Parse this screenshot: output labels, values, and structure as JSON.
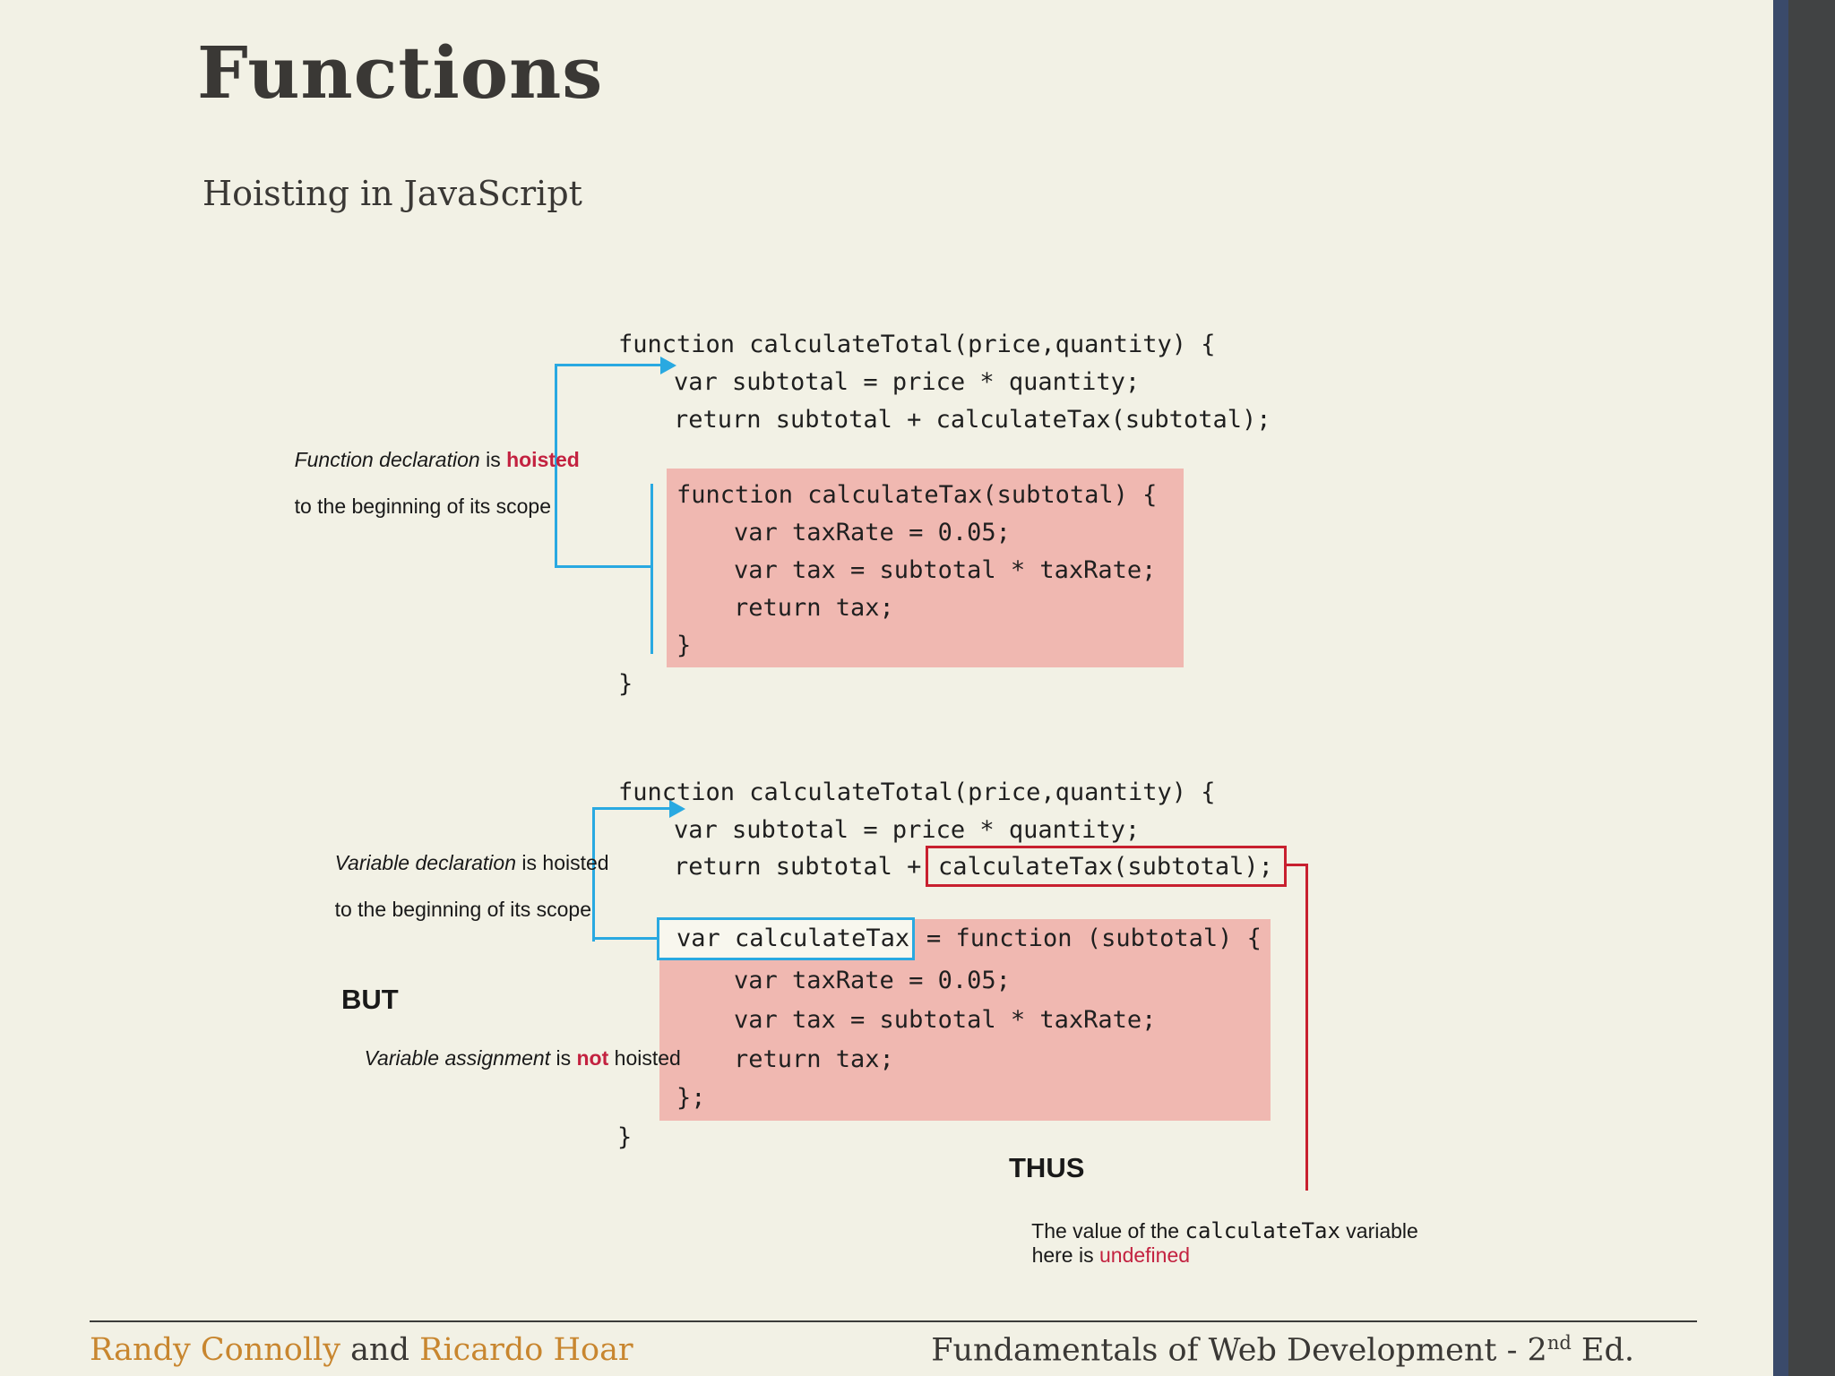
{
  "slide": {
    "title": "Functions",
    "subtitle": "Hoisting in JavaScript"
  },
  "colors": {
    "cream": "#f2f1e5",
    "pink": "#f0b8b1",
    "blue": "#29a9e1",
    "crimson": "#c8202f",
    "redtext": "#c32240",
    "orange": "#c8862f",
    "navy": "#3a4a6a",
    "charcoal": "#414344"
  },
  "block1": {
    "line1": "function calculateTotal(price,quantity) {",
    "line2": "var subtotal = price * quantity;",
    "line3": "return subtotal + calculateTax(subtotal);",
    "closing_brace": "}",
    "hoisted": {
      "line1": "function calculateTax(subtotal) {",
      "line2": "var taxRate = 0.05;",
      "line3": "var tax = subtotal * taxRate;",
      "line4": "return tax;",
      "line5": "}"
    },
    "annotation": {
      "italic": "Function declaration",
      "mid": " is ",
      "red": "hoisted",
      "line2": "to the beginning of its scope"
    }
  },
  "block2": {
    "line1": "function calculateTotal(price,quantity) {",
    "line2": "var subtotal = price * quantity;",
    "line3_prefix": "return subtotal + ",
    "line3_boxed": "calculateTax(subtotal);",
    "closing_brace": "}",
    "boxed_var": "var calculateTax",
    "line1_rest": "= function (subtotal) {",
    "hoisted": {
      "line2": "var taxRate = 0.05;",
      "line3": "var tax = subtotal * taxRate;",
      "line4": "return tax;",
      "line5": "};"
    },
    "annotation": {
      "italic": "Variable declaration",
      "rest": " is hoisted",
      "line2": "to the beginning of its scope"
    },
    "but_label": "BUT",
    "but_annotation": {
      "italic": "Variable assignment",
      "mid": " is ",
      "red": "not",
      "tail": " hoisted"
    },
    "thus_label": "THUS",
    "thus_line1_a": "The value of the ",
    "thus_line1_code": "calculateTax",
    "thus_line1_b": " variable",
    "thus_line2_a": "here is ",
    "thus_line2_red": "undefined"
  },
  "footer": {
    "author1": "Randy Connolly",
    "conjunction": " and ",
    "author2": "Ricardo Hoar",
    "book_title_a": "Fundamentals of Web Development - 2",
    "book_title_sup": "nd",
    "book_title_b": " Ed."
  }
}
